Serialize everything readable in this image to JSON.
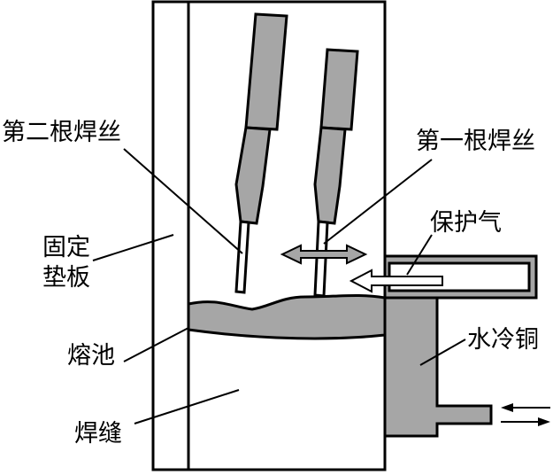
{
  "labels": {
    "second_wire": "第二根焊丝",
    "first_wire": "第一根焊丝",
    "fixed_plate_line1": "固定",
    "fixed_plate_line2": "垫板",
    "shielding_gas": "保护气",
    "molten_pool": "熔池",
    "water_cooled_copper": "水冷铜",
    "weld_seam": "焊缝"
  },
  "colors": {
    "stroke": "#000000",
    "fill_gray": "#a6a6a6",
    "background": "#ffffff",
    "gas_arrow_fill": "#ffffff"
  }
}
